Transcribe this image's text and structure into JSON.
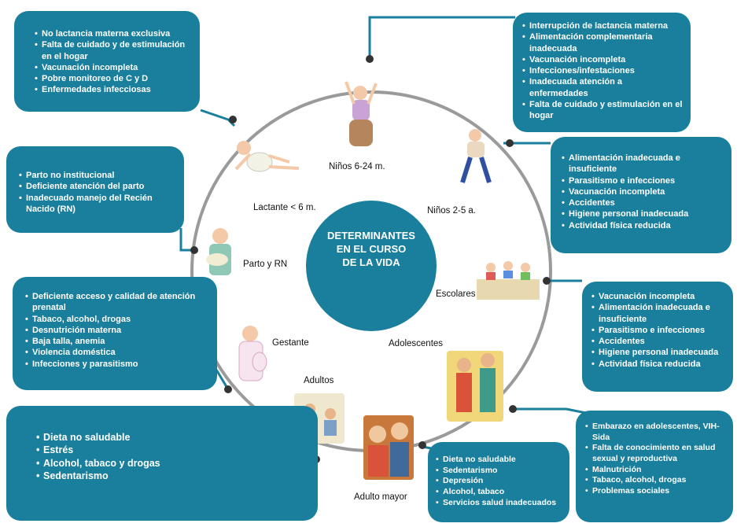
{
  "center": {
    "lines": [
      "DETERMINANTES",
      "EN EL CURSO",
      "DE LA VIDA"
    ]
  },
  "stages": {
    "ninos_6_24": "Niños 6-24 m.",
    "lactante": "Lactante < 6 m.",
    "ninos_2_5": "Niños 2-5 a.",
    "parto_rn": "Parto y RN",
    "escolares": "Escolares",
    "gestante": "Gestante",
    "adolescentes": "Adolescentes",
    "adultos": "Adultos",
    "adulto_mayor": "Adulto mayor"
  },
  "boxes": {
    "lactante": [
      "No lactancia materna exclusiva",
      "Falta de cuidado y de estimulación en el hogar",
      "Vacunación incompleta",
      "Pobre monitoreo de C y D",
      "Enfermedades infecciosas"
    ],
    "ninos_6_24": [
      "Interrupción de lactancia materna",
      "Alimentación complementaria inadecuada",
      "Vacunación incompleta",
      "Infecciones/infestaciones",
      "Inadecuada atención a enfermedades",
      "Falta de cuidado y estimulación en el hogar"
    ],
    "parto_rn": [
      "Parto no institucional",
      "Deficiente atención del parto",
      "Inadecuado manejo del Recién Nacido (RN)"
    ],
    "ninos_2_5": [
      "Alimentación inadecuada e insuficiente",
      "Parasitismo e infecciones",
      "Vacunación incompleta",
      "Accidentes",
      "Higiene personal inadecuada",
      "Actividad física reducida"
    ],
    "gestante": [
      "Deficiente acceso y calidad de atención prenatal",
      "Tabaco, alcohol, drogas",
      "Desnutrición materna",
      "Baja talla, anemia",
      "Violencia doméstica",
      "Infecciones y parasitismo"
    ],
    "escolares": [
      "Vacunación incompleta",
      "Alimentación inadecuada e insuficiente",
      "Parasitismo e infecciones",
      "Accidentes",
      "Higiene personal inadecuada",
      "Actividad física reducida"
    ],
    "adultos": [
      "Dieta no saludable",
      "Estrés",
      "Alcohol, tabaco y drogas",
      "Sedentarismo"
    ],
    "adulto_mayor": [
      "Dieta no saludable",
      "Sedentarismo",
      "Depresión",
      "Alcohol, tabaco",
      "Servicios salud inadecuados"
    ],
    "adolescentes": [
      "Embarazo en adolescentes, VIH-Sida",
      "Falta de conocimiento en salud sexual y reproductiva",
      "Malnutrición",
      "Tabaco, alcohol, drogas",
      "Problemas sociales"
    ]
  },
  "colors": {
    "box": "#1a7f9c",
    "center": "#1a7f9c",
    "connector": "#1a7f9c",
    "ring": "#9a9a9a",
    "dot": "#333333"
  }
}
